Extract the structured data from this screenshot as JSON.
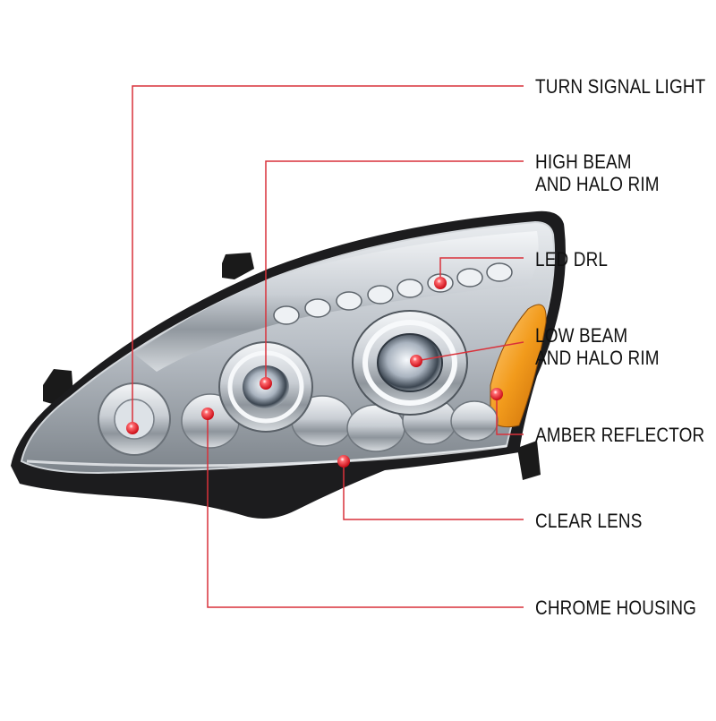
{
  "diagram": {
    "subject": "headlight",
    "line_color": "#d9313a",
    "dot_color": "#e0111b",
    "callouts": [
      {
        "id": "turn-signal-light",
        "lines": [
          "TURN SIGNAL LIGHT"
        ]
      },
      {
        "id": "high-beam-halo-rim",
        "lines": [
          "HIGH BEAM",
          "AND HALO RIM"
        ]
      },
      {
        "id": "led-drl",
        "lines": [
          "LED DRL"
        ]
      },
      {
        "id": "low-beam-halo-rim",
        "lines": [
          "LOW BEAM",
          "AND HALO RIM"
        ]
      },
      {
        "id": "amber-reflector",
        "lines": [
          "AMBER REFLECTOR"
        ]
      },
      {
        "id": "clear-lens",
        "lines": [
          "CLEAR LENS"
        ]
      },
      {
        "id": "chrome-housing",
        "lines": [
          "CHROME HOUSING"
        ]
      }
    ]
  }
}
